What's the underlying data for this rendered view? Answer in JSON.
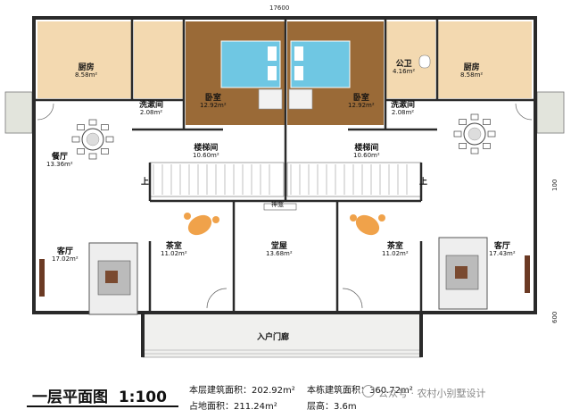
{
  "dimensions": {
    "top": "17600",
    "right_1": "100",
    "right_2": "600"
  },
  "rooms": {
    "kitchen_left": {
      "name": "厨房",
      "area": "8.58m²"
    },
    "wash_left_top": {
      "name": "洗漱间",
      "area": "2.08m²"
    },
    "bedroom_left": {
      "name": "卧室",
      "area": "12.92m²"
    },
    "bedroom_right": {
      "name": "卧室",
      "area": "12.92m²"
    },
    "toilet_right": {
      "name": "公卫",
      "area": "4.16m²"
    },
    "kitchen_right": {
      "name": "厨房",
      "area": "8.58m²"
    },
    "wash_right": {
      "name": "洗漱间",
      "area": "2.08m²"
    },
    "dining_left": {
      "name": "餐厅",
      "area": "13.36m²"
    },
    "stair_left": {
      "name": "楼梯间",
      "area": "10.60m²"
    },
    "stair_right": {
      "name": "楼梯间",
      "area": "10.60m²"
    },
    "shrine": {
      "name": "神龛",
      "area": ""
    },
    "living_left": {
      "name": "客厅",
      "area": "17.02m²"
    },
    "tea_left": {
      "name": "茶室",
      "area": "11.02m²"
    },
    "hall": {
      "name": "堂屋",
      "area": "13.68m²"
    },
    "tea_right": {
      "name": "茶室",
      "area": "11.02m²"
    },
    "living_right": {
      "name": "客厅",
      "area": "17.43m²"
    },
    "entrance": {
      "name": "入户门廊",
      "area": ""
    }
  },
  "up_marks": [
    "上",
    "上"
  ],
  "title": {
    "main": "一层平面图",
    "scale": "1:100"
  },
  "stats": {
    "floor_area": "本层建筑面积：202.92m²",
    "total_area": "本栋建筑面积：360.72m²",
    "land_area": "占地面积：211.24m²",
    "floor_height": "层高：3.6m"
  },
  "watermark": "公众号 · 农村小别墅设计",
  "colors": {
    "wall": "#2a2a2a",
    "tile": "#f3d9b0",
    "wood": "#9a6a37",
    "bed": "#6fc7e3",
    "terrace": "#e2e4dc",
    "sofa": "#7a7a7a",
    "lamp": "#f0a24a"
  }
}
